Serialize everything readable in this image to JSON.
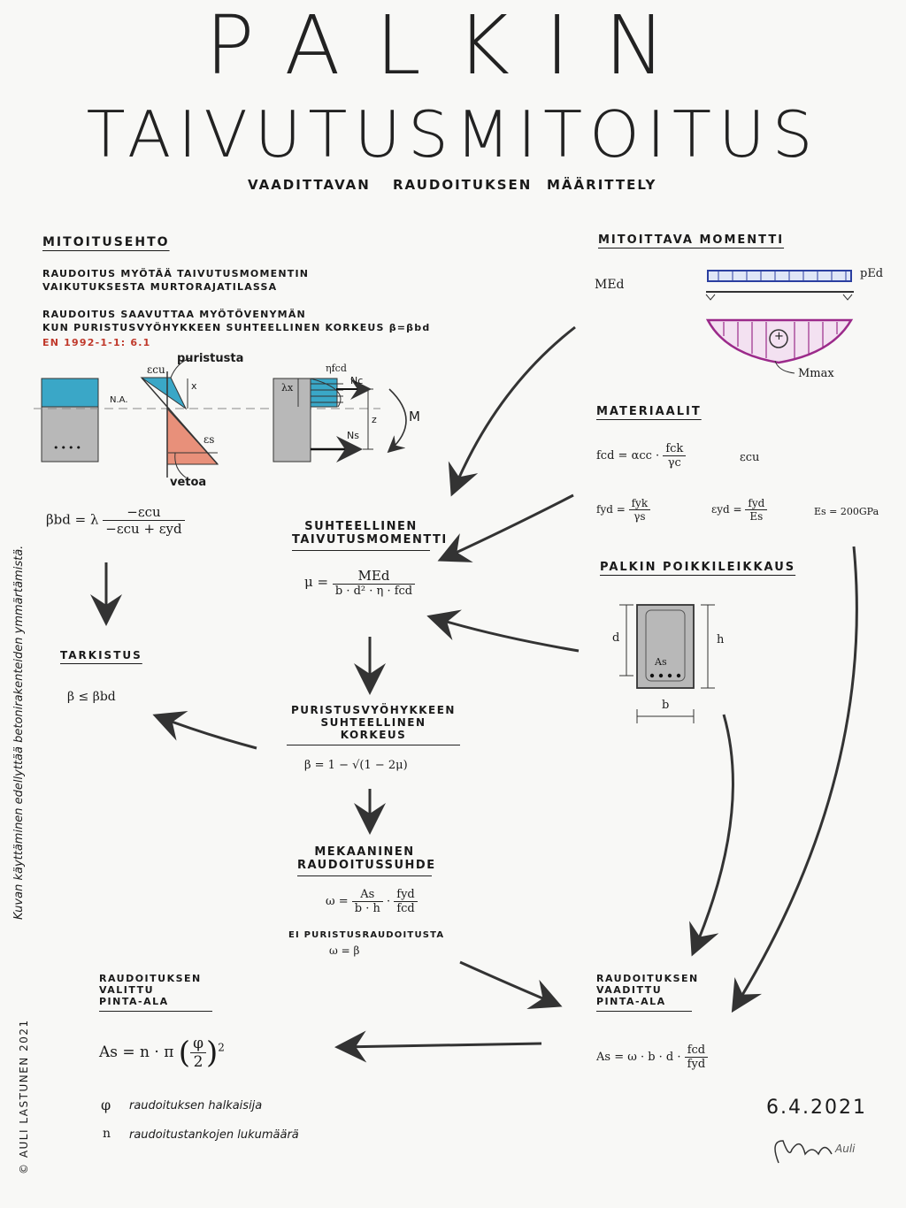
{
  "title_line1": "PALKIN",
  "title_line2": "TAIVUTUSMITOITUS",
  "subtitle_words": [
    "VAADITTAVAN",
    "RAUDOITUKSEN",
    "MÄÄRITTELY"
  ],
  "mitoitusehto": {
    "heading": "MITOITUSEHTO",
    "text1_line1": "RAUDOITUS MYÖTÄÄ TAIVUTUSMOMENTIN",
    "text1_line2": "VAIKUTUKSESTA MURTORAJATILASSA",
    "text2_line1": "RAUDOITUS SAAVUTTAA MYÖTÖVENYMÄN",
    "text2_line2": "KUN PURISTUSVYÖHYKKEEN SUHTEELLINEN KORKEUS β=βbd",
    "standard": "EN 1992-1-1: 6.1",
    "label_puristusta": "puristusta",
    "label_vetoa": "vetoa",
    "label_na": "N.A.",
    "label_ecu": "εcu",
    "label_es": "εs",
    "label_x": "x",
    "label_lx": "λx",
    "label_nfcd": "ηfcd",
    "label_nc": "Nc",
    "label_ns": "Ns",
    "label_z": "z",
    "label_m": "M",
    "label_dots": "••••"
  },
  "beta_bd": {
    "lhs": "βbd = λ",
    "num": "−εcu",
    "den": "−εcu + εyd"
  },
  "tarkistus": {
    "heading": "TARKISTUS",
    "formula": "β ≤ βbd"
  },
  "mitoittava_momentti": {
    "heading": "MITOITTAVA MOMENTTI",
    "med": "MEd",
    "ped": "pEd",
    "mmax": "Mmax",
    "plus": "+"
  },
  "materiaalit": {
    "heading": "MATERIAALIT",
    "fcd_lhs": "fcd = αcc ·",
    "fcd_num": "fck",
    "fcd_den": "γc",
    "ecu": "εcu",
    "fyd_lhs": "fyd =",
    "fyd_num": "fyk",
    "fyd_den": "γs",
    "eyd_lhs": "εyd =",
    "eyd_num": "fyd",
    "eyd_den": "Es",
    "es": "Es = 200GPa"
  },
  "poikkileikkaus": {
    "heading": "PALKIN POIKKILEIKKAUS",
    "d": "d",
    "h": "h",
    "b": "b",
    "as": "As"
  },
  "suhteellinen_momentti": {
    "heading_line1": "SUHTEELLINEN",
    "heading_line2": "TAIVUTUSMOMENTTI",
    "lhs": "μ =",
    "num": "MEd",
    "den": "b · d² · η · fcd"
  },
  "puristusvyohyke": {
    "heading_line1": "PURISTUSVYÖHYKKEEN",
    "heading_line2": "SUHTEELLINEN KORKEUS",
    "formula": "β = 1 − √(1 − 2μ)"
  },
  "mekaaninen": {
    "heading_line1": "MEKAANINEN",
    "heading_line2": "RAUDOITUSSUHDE",
    "lhs": "ω =",
    "n1": "As",
    "d1": "b · h",
    "n2": "fyd",
    "d2": "fcd",
    "note_line1": "EI PURISTUSRAUDOITUSTA",
    "note_line2": "ω = β"
  },
  "valittu": {
    "heading_line1": "RAUDOITUKSEN",
    "heading_line2": "VALITTU",
    "heading_line3": "PINTA-ALA",
    "lhs": "As = n · π",
    "num": "φ",
    "den": "2",
    "exp": "2",
    "legend_phi_sym": "φ",
    "legend_phi": "raudoituksen halkaisija",
    "legend_n_sym": "n",
    "legend_n": "raudoitustankojen lukumäärä"
  },
  "vaadittu": {
    "heading_line1": "RAUDOITUKSEN",
    "heading_line2": "VAADITTU",
    "heading_line3": "PINTA-ALA",
    "lhs": "As = ω · b · d ·",
    "num": "fcd",
    "den": "fyd"
  },
  "date": "6.4.2021",
  "signature": "Auli",
  "side_note": "Kuvan käyttäminen edellyttää betonirakenteiden ymmärtämistä.",
  "copyright": "© AULI LASTUNEN 2021"
}
